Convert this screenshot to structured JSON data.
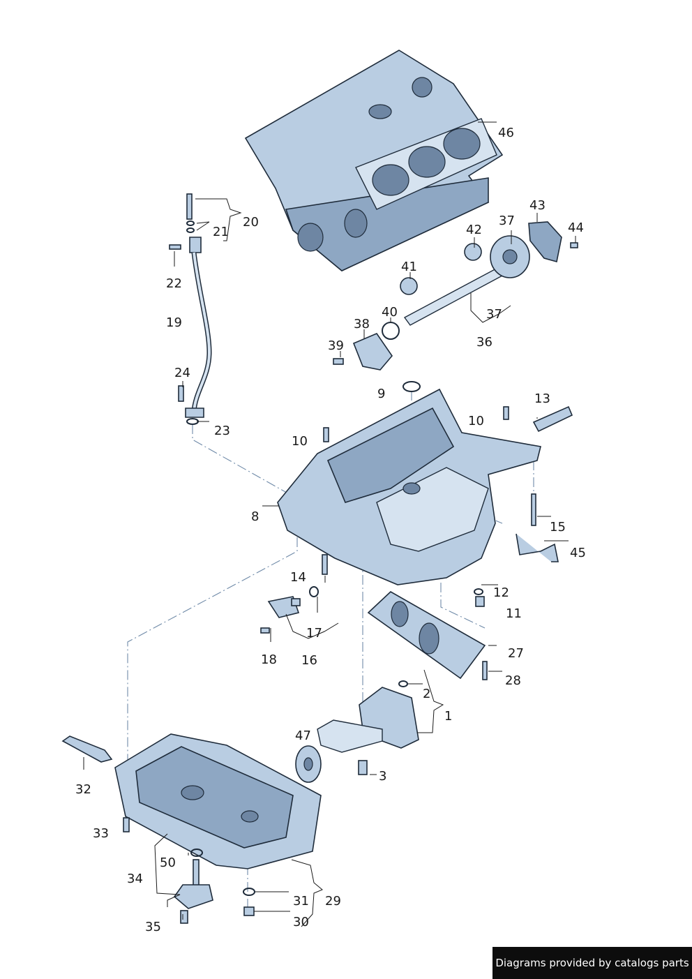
{
  "labels": {
    "p1": "1",
    "p2": "2",
    "p3": "3",
    "p8": "8",
    "p9": "9",
    "p10a": "10",
    "p10b": "10",
    "p11": "11",
    "p12": "12",
    "p13": "13",
    "p14": "14",
    "p15": "15",
    "p16": "16",
    "p17": "17",
    "p18": "18",
    "p19": "19",
    "p20": "20",
    "p21": "21",
    "p22": "22",
    "p23": "23",
    "p24": "24",
    "p27": "27",
    "p28": "28",
    "p29": "29",
    "p30": "30",
    "p31": "31",
    "p32": "32",
    "p33": "33",
    "p34": "34",
    "p35": "35",
    "p36": "36",
    "p37a": "37",
    "p37b": "37",
    "p38": "38",
    "p39": "39",
    "p40": "40",
    "p41": "41",
    "p42": "42",
    "p43": "43",
    "p44": "44",
    "p45": "45",
    "p46": "46",
    "p47": "47",
    "p50": "50"
  },
  "footer": {
    "credit": "Diagrams provided by catalogs parts"
  },
  "colors": {
    "part_fill": "#b9cde2",
    "outline": "#1e2b3a",
    "dashline": "#6f8aa8"
  }
}
